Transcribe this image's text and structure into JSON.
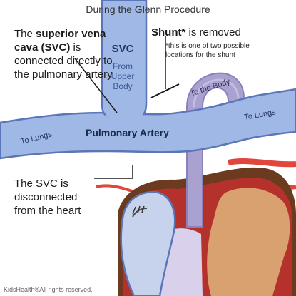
{
  "diagram": {
    "title": "During the Glenn Procedure",
    "svc_description": {
      "prefix": "The ",
      "bold": "superior vena cava (SVC)",
      "suffix": " is connected directly to the pulmonary artery"
    },
    "shunt": {
      "bold": "Shunt*",
      "suffix": " is removed",
      "note_line1": "*this is one of two possible",
      "note_line2": "locations for the shunt"
    },
    "svc_label": "SVC",
    "svc_sublabel": "From Upper Body",
    "to_the_body": "To the Body",
    "to_lungs_left": "To Lungs",
    "to_lungs_right": "To Lungs",
    "pulmonary_artery": "Pulmonary Artery",
    "disconnected_text": "The SVC is disconnected from the heart",
    "copyright": "KidsHealth®All rights reserved."
  },
  "colors": {
    "vessel_blue": "#9fb8e6",
    "vessel_outline": "#5b76b8",
    "aorta_purple": "#a9a1cf",
    "heart_red": "#e0463b",
    "heart_dark_red": "#b5322c",
    "heart_brown": "#6b3a1f",
    "heart_tan": "#d9a070",
    "heart_lavender": "#d9d1ec"
  }
}
